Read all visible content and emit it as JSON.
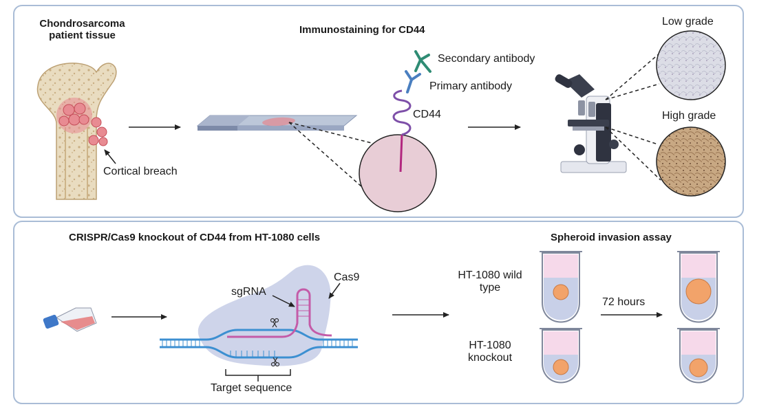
{
  "colors": {
    "panel_border": "#a9bcd6",
    "bone": "#e9dcc0",
    "bone_spots": "#c9ae82",
    "tumor": "#e88b92",
    "tissue_circle": "#e8cdd6",
    "cd44_purple": "#7d4fa8",
    "cd44_tail": "#b2277f",
    "primary_ab": "#4a7fc0",
    "secondary_ab": "#2f8c74",
    "slide": "#bcc7d9",
    "cas9_blob": "#c9cfe8",
    "dna": "#3c8fd1",
    "sgrna": "#c45ba8",
    "well_media": "#f6d9ea",
    "well_gel": "#c8d0e8",
    "spheroid": "#f2a36a",
    "flask_cap": "#3f78c8",
    "flask_liquid": "#e57a7a"
  },
  "top_panel": {
    "tissue_title_line1": "Chondrosarcoma",
    "tissue_title_line2": "patient tissue",
    "cortical_breach": "Cortical breach",
    "immunostaining_title": "Immunostaining for CD44",
    "secondary_antibody": "Secondary antibody",
    "primary_antibody": "Primary antibody",
    "cd44": "CD44",
    "low_grade": "Low grade",
    "high_grade": "High grade"
  },
  "bottom_panel": {
    "crispr_title": "CRISPR/Cas9 knockout of CD44 from HT-1080 cells",
    "sgrna": "sgRNA",
    "cas9": "Cas9",
    "target_sequence": "Target sequence",
    "spheroid_title": "Spheroid invasion assay",
    "wild_type_line1": "HT-1080 wild",
    "wild_type_line2": "type",
    "knockout_line1": "HT-1080",
    "knockout_line2": "knockout",
    "time": "72 hours"
  }
}
